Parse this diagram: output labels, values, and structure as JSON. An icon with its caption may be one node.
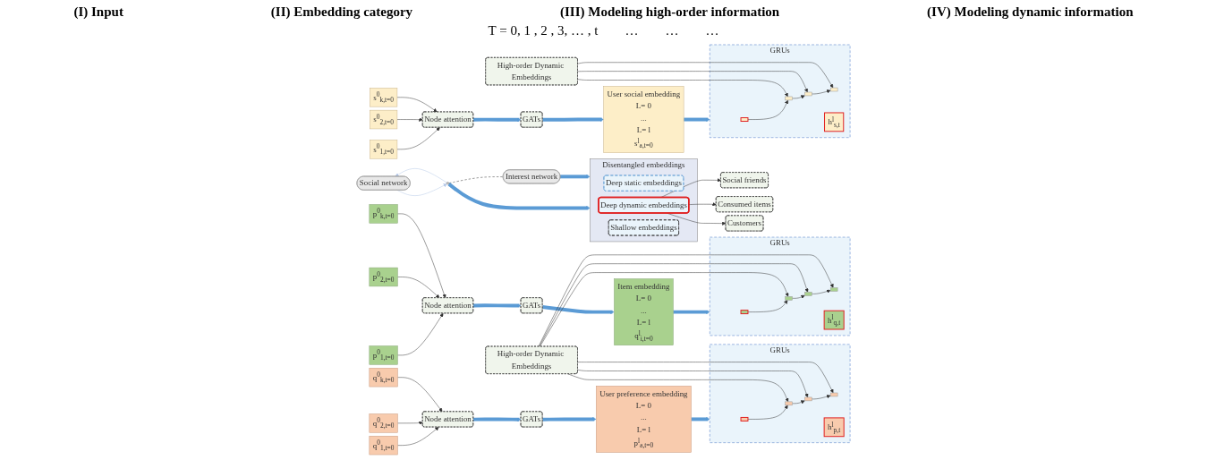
{
  "diagram": {
    "nodes": [
      {
        "text": [
          "Social network"
        ]
      },
      {
        "text": [],
        "shape": "ellipse"
      },
      {
        "text": [
          "Interest network"
        ]
      },
      {
        "text": [
          "Disentangled embeddings"
        ]
      },
      {
        "text": [
          "Deep static embeddings"
        ],
        "in": 3
      },
      {
        "text": [
          "Deep dynamic embeddings"
        ],
        "in": 3
      },
      {
        "text": [
          "Shallow embeddings"
        ],
        "in": 3
      },
      {
        "text": [
          "Social friends"
        ]
      },
      {
        "text": [
          "s$^{0}$$_{1,t=0}$"
        ]
      },
      {
        "text": [
          "s$^{0}$$_{2,t=0}$"
        ]
      },
      {
        "text": [
          "s$^{0}$$_{k,t=0}$"
        ]
      },
      {
        "text": [
          "Node attention"
        ]
      },
      {
        "text": [
          "GATs"
        ]
      },
      {
        "text": [
          "User social embedding",
          "L= 0",
          "...",
          "L= l",
          "s$^{l}$$_{a,t=0}$"
        ]
      },
      {
        "text": [
          "GRUs"
        ]
      },
      {
        "text": [],
        "shape": "box",
        "in": 14
      },
      {
        "text": [],
        "shape": "box",
        "in": 14
      },
      {
        "text": [],
        "shape": "box",
        "in": 14
      },
      {
        "text": [],
        "shape": "box",
        "in": 14
      },
      {
        "text": [
          "h$^{l}$$_{s,t}$"
        ],
        "in": 14
      },
      {
        "text": [
          "High-order Dynamic Embeddings"
        ]
      },
      {
        "text": [
          "Consumed items"
        ]
      },
      {
        "text": [
          "q$^{0}$$_{1,t=0}$"
        ]
      },
      {
        "text": [
          "q$^{0}$$_{2,t=0}$"
        ]
      },
      {
        "text": [
          "q$^{0}$$_{k,t=0}$"
        ]
      },
      {
        "text": [
          "Node attention"
        ]
      },
      {
        "text": [
          "GATs"
        ]
      },
      {
        "text": [
          "User preference embedding",
          "L= 0",
          "...",
          "L= l",
          "p$^{l}$$_{a,t=0}$"
        ]
      },
      {
        "text": [
          "GRUs"
        ]
      },
      {
        "text": [],
        "shape": "box",
        "in": 28
      },
      {
        "text": [],
        "shape": "box",
        "in": 28
      },
      {
        "text": [],
        "shape": "box",
        "in": 28
      },
      {
        "text": [],
        "shape": "box",
        "in": 28
      },
      {
        "text": [
          "h$^{l}$$_{p,t}$"
        ],
        "in": 28
      },
      {
        "text": [
          "High-order Dynamic Embeddings"
        ]
      },
      {
        "text": [
          "Customers"
        ]
      },
      {
        "text": [
          "p$^{0}$$_{1,t=0}$"
        ]
      },
      {
        "text": [
          "p$^{0}$$_{2,t=0}$"
        ]
      },
      {
        "text": [
          "p$^{0}$$_{k,t=0}$"
        ]
      },
      {
        "text": [
          "Node attention"
        ]
      },
      {
        "text": [
          "GATs"
        ]
      },
      {
        "text": [
          "Item embedding",
          "L= 0",
          "...",
          "L= l",
          "q$^{l}$$_{i,t=0}$"
        ]
      },
      {
        "text": [
          "GRUs"
        ]
      },
      {
        "text": [],
        "shape": "box",
        "in": 42
      },
      {
        "text": [],
        "shape": "box",
        "in": 42
      },
      {
        "text": [],
        "shape": "box",
        "in": 42
      },
      {
        "text": [],
        "shape": "box",
        "in": 42
      },
      {
        "text": [
          "h$^{l}$$_{q,t}$"
        ],
        "in": 42
      }
    ],
    "edges": [
      {
        "from": 0,
        "to": 1,
        "arrow": "to",
        "color": "#b4c7e7"
      },
      {
        "from": 1,
        "to": 0,
        "arrow": "to",
        "color": "#b4c7e7"
      },
      {
        "from": 1,
        "to": 2,
        "arrow": "none",
        "style": "dashed"
      },
      {
        "from": 1,
        "to": 3,
        "arrow": "to",
        "style": "thick",
        "color": "#5b9bd5"
      },
      {
        "from": 2,
        "to": 3,
        "arrow": "to",
        "style": "thick",
        "color": "#5b9bd5"
      },
      {
        "from": 5,
        "to": 7,
        "arrow": "to"
      },
      {
        "from": 5,
        "to": 21,
        "arrow": "to"
      },
      {
        "from": 5,
        "to": 35,
        "arrow": "to"
      },
      {
        "from": 8,
        "to": 11,
        "arrow": "to"
      },
      {
        "from": 9,
        "to": 11,
        "arrow": "to"
      },
      {
        "from": 10,
        "to": 11,
        "arrow": "to"
      },
      {
        "from": 11,
        "to": 12,
        "arrow": "to",
        "style": "thick",
        "color": "#5b9bd5"
      },
      {
        "from": 12,
        "to": 13,
        "arrow": "to",
        "style": "thick",
        "color": "#5b9bd5"
      },
      {
        "from": 13,
        "to": 14,
        "arrow": "to",
        "style": "thick",
        "color": "#5b9bd5"
      },
      {
        "from": 15,
        "to": 16,
        "arrow": "to"
      },
      {
        "from": 16,
        "to": 17,
        "arrow": "to"
      },
      {
        "from": 17,
        "to": 18,
        "arrow": "to"
      },
      {
        "from": 20,
        "to": 16,
        "arrow": "to"
      },
      {
        "from": 20,
        "to": 17,
        "arrow": "to"
      },
      {
        "from": 20,
        "to": 18,
        "arrow": "to"
      },
      {
        "from": 22,
        "to": 25,
        "arrow": "to"
      },
      {
        "from": 23,
        "to": 25,
        "arrow": "to"
      },
      {
        "from": 24,
        "to": 25,
        "arrow": "to"
      },
      {
        "from": 25,
        "to": 26,
        "arrow": "to",
        "style": "thick",
        "color": "#5b9bd5"
      },
      {
        "from": 26,
        "to": 27,
        "arrow": "to",
        "style": "thick",
        "color": "#5b9bd5"
      },
      {
        "from": 27,
        "to": 28,
        "arrow": "to",
        "style": "thick",
        "color": "#5b9bd5"
      },
      {
        "from": 29,
        "to": 30,
        "arrow": "to"
      },
      {
        "from": 30,
        "to": 31,
        "arrow": "to"
      },
      {
        "from": 31,
        "to": 32,
        "arrow": "to"
      },
      {
        "from": 34,
        "to": 30,
        "arrow": "to"
      },
      {
        "from": 34,
        "to": 31,
        "arrow": "to"
      },
      {
        "from": 34,
        "to": 32,
        "arrow": "to"
      },
      {
        "from": 36,
        "to": 39,
        "arrow": "to"
      },
      {
        "from": 37,
        "to": 39,
        "arrow": "to"
      },
      {
        "from": 38,
        "to": 39,
        "arrow": "to"
      },
      {
        "from": 39,
        "to": 40,
        "arrow": "to",
        "style": "thick",
        "color": "#5b9bd5"
      },
      {
        "from": 40,
        "to": 41,
        "arrow": "to",
        "style": "thick",
        "color": "#5b9bd5"
      },
      {
        "from": 41,
        "to": 42,
        "arrow": "to",
        "style": "thick",
        "color": "#5b9bd5"
      },
      {
        "from": 43,
        "to": 44,
        "arrow": "to"
      },
      {
        "from": 44,
        "to": 45,
        "arrow": "to"
      },
      {
        "from": 45,
        "to": 46,
        "arrow": "to"
      },
      {
        "from": 34,
        "to": 44,
        "arrow": "to"
      },
      {
        "from": 34,
        "to": 45,
        "arrow": "to"
      },
      {
        "from": 34,
        "to": 46,
        "arrow": "to"
      }
    ],
    "labels": [
      "(I) Input",
      "(II) Embedding category",
      "(III) Modeling high-order information",
      "(IV) Modeling dynamic information",
      "T = 0, 1 , 2 , 3, … , t",
      "…",
      "…",
      "…"
    ]
  }
}
